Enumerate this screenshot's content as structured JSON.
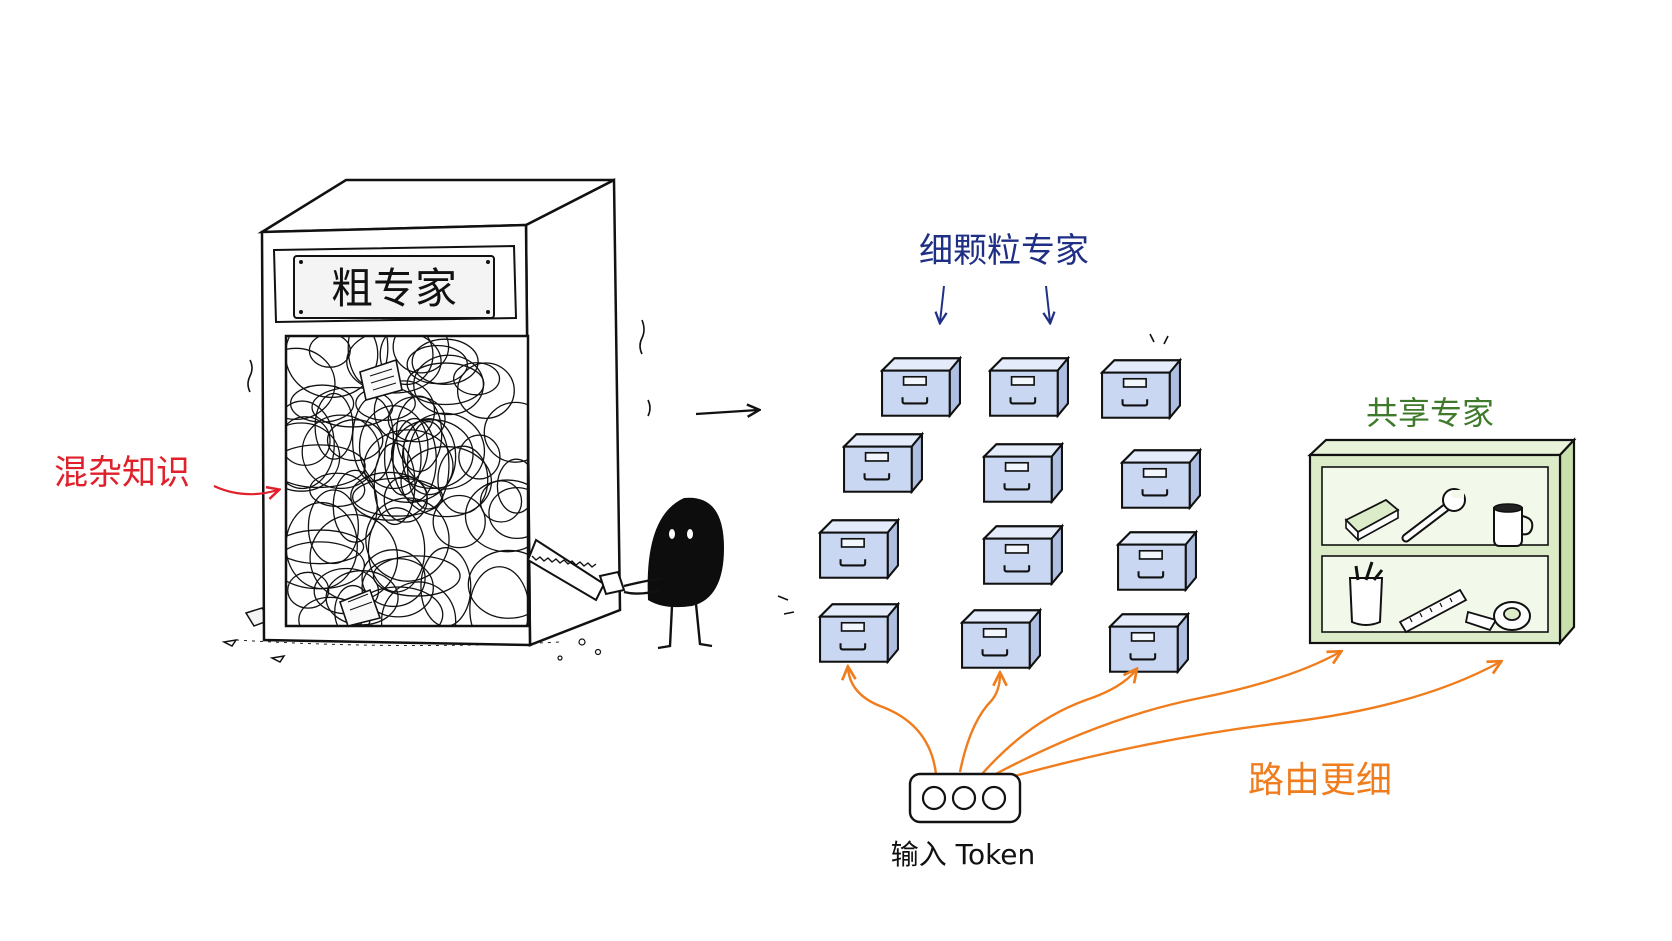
{
  "coarse_expert": {
    "sign_label": "粗专家"
  },
  "mixed_knowledge": {
    "label": "混杂知识",
    "color": "#e0202a"
  },
  "fine_grained_experts": {
    "label": "细颗粒专家",
    "color": "#1f2f86",
    "count": 12,
    "drawer_color": "#c9d7f2"
  },
  "shared_expert": {
    "label": "共享专家",
    "color": "#3f7a2c",
    "shelf_color": "#dcebc8"
  },
  "routing": {
    "label": "路由更细",
    "color": "#f07d1d"
  },
  "input_token": {
    "label": "输入 Token"
  },
  "icons": [
    "file-cabinet-icon",
    "book-icon",
    "wrench-icon",
    "mug-icon",
    "pencil-cup-icon",
    "ruler-icon",
    "tape-roll-icon",
    "saw-icon",
    "blob-character-icon"
  ]
}
